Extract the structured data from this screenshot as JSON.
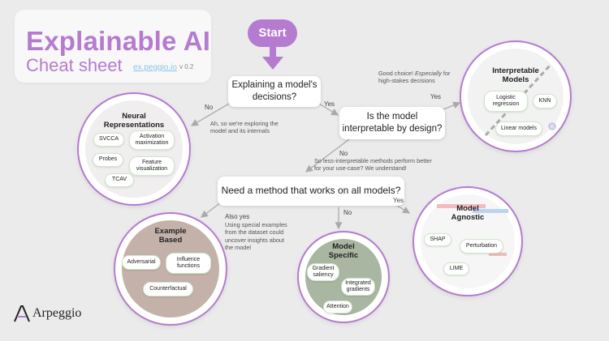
{
  "colors": {
    "accent": "#b57bd0",
    "link": "#8cc3ea",
    "pill_border": "#cfe6c9",
    "background": "#ebebeb"
  },
  "title": {
    "main": "Explainable AI",
    "subtitle": "Cheat sheet",
    "link": "ex.peggio.io",
    "version": "v 0.2"
  },
  "start": {
    "label": "Start"
  },
  "questions": {
    "q1": {
      "line1": "Explaining a model's",
      "line2": "decisions?"
    },
    "q2": {
      "line1": "Is the model",
      "line2": "interpretable by design?"
    },
    "q3": {
      "label": "Need a method that works on all models?"
    }
  },
  "branches": {
    "q1_no": "No",
    "q1_yes": "Yes",
    "q2_yes": "Yes",
    "q2_no": "No",
    "q3_also_yes": "Also yes",
    "q3_no": "No",
    "q3_yes": "Yes"
  },
  "notes": {
    "neural": {
      "line1": "Ah, so we're exploring the",
      "line2": "model and its internals"
    },
    "interpretable": {
      "line1": "Good choice! ",
      "emph": "Especially",
      "line1b": " for",
      "line2": "high-stakes decisions"
    },
    "less_interpretable": {
      "line1": "So less-interpretable methods perform better",
      "line2": "for your use-case? We understand!"
    },
    "example": {
      "line1": "Using special examples",
      "line2": "from the dataset could",
      "line3": "uncover insights about",
      "line4": "the model"
    }
  },
  "circles": {
    "neural": {
      "title_line1": "Neural",
      "title_line2": "Representations",
      "items": [
        "SVCCA",
        "Activation maximization",
        "Probes",
        "Feature visualization",
        "TCAV"
      ]
    },
    "interpretable": {
      "title_line1": "Interpretable",
      "title_line2": "Models",
      "items": [
        "Logistic regression",
        "KNN",
        "Linear models"
      ]
    },
    "example": {
      "title_line1": "Example",
      "title_line2": "Based",
      "items": [
        "Adversarial",
        "Influence functions",
        "Counterfactual"
      ]
    },
    "specific": {
      "title_line1": "Model",
      "title_line2": "Specific",
      "items": [
        "Gradient saliency",
        "Integrated gradients",
        "Attention"
      ]
    },
    "agnostic": {
      "title_line1": "Model",
      "title_line2": "Agnostic",
      "items": [
        "SHAP",
        "Perturbation",
        "LIME"
      ]
    }
  },
  "logo": {
    "text": "Arpeggio"
  }
}
